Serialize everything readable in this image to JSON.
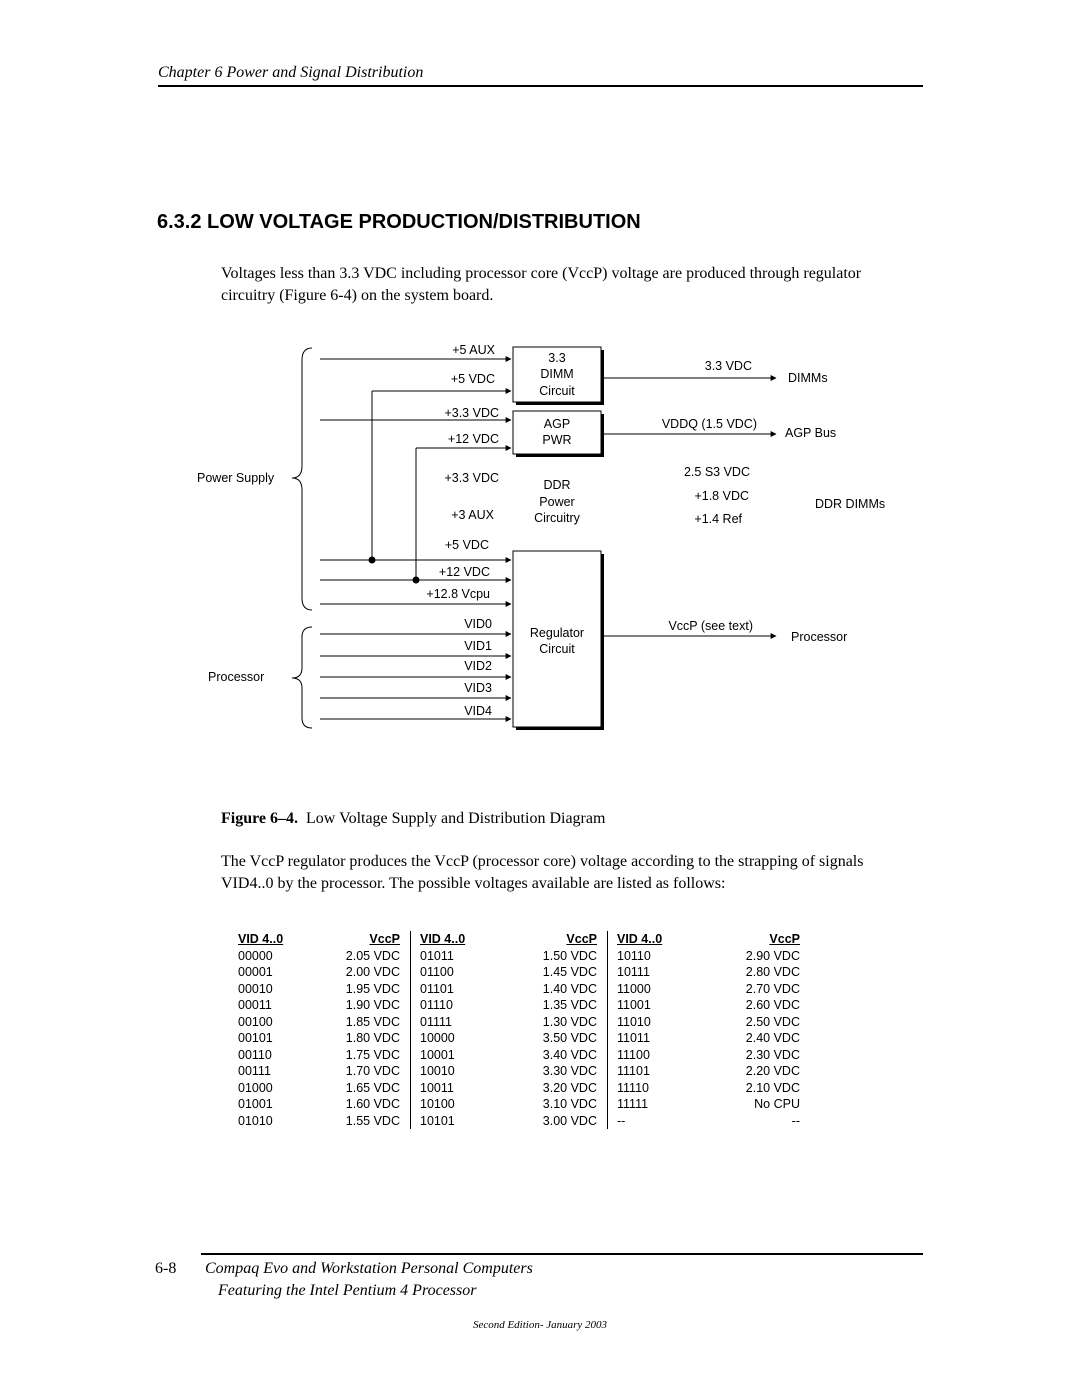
{
  "header": {
    "running_title": "Chapter 6  Power and Signal Distribution"
  },
  "section": {
    "title": "6.3.2  LOW VOLTAGE PRODUCTION/DISTRIBUTION"
  },
  "intro": "Voltages less than 3.3 VDC including processor core (VccP) voltage are produced through regulator circuitry (Figure 6-4) on the system board.",
  "diagram": {
    "power_supply_label": "Power Supply",
    "processor_label": "Processor",
    "inputs": {
      "aux5": "+5 AUX",
      "vdc5_a": "+5 VDC",
      "vdc33_a": "+3.3 VDC",
      "vdc12_a": "+12 VDC",
      "vdc33_b": "+3.3 VDC",
      "aux3": "+3 AUX",
      "vdc5_b": "+5 VDC",
      "vdc12_b": "+12 VDC",
      "vcpu": "+12.8 Vcpu",
      "vid0": "VID0",
      "vid1": "VID1",
      "vid2": "VID2",
      "vid3": "VID3",
      "vid4": "VID4"
    },
    "blocks": {
      "dimm": [
        "3.3",
        "DIMM",
        "Circuit"
      ],
      "agp": [
        "AGP",
        "PWR"
      ],
      "ddr": [
        "DDR",
        "Power",
        "Circuitry"
      ],
      "reg": [
        "Regulator",
        "Circuit"
      ]
    },
    "outputs": {
      "dimm_v": "3.3 VDC",
      "dimm_dest": "DIMMs",
      "agp_v": "VDDQ (1.5 VDC)",
      "agp_dest": "AGP Bus",
      "ddr_v1": "2.5 S3 VDC",
      "ddr_v2": "+1.8 VDC",
      "ddr_v3": "+1.4 Ref",
      "ddr_dest": "DDR DIMMs",
      "reg_v": "VccP (see text)",
      "reg_dest": "Processor"
    }
  },
  "caption": {
    "label": "Figure 6–4.",
    "text": "  Low Voltage Supply and Distribution Diagram"
  },
  "vccp_para": "The VccP regulator produces the VccP (processor core) voltage according to the strapping of signals VID4..0 by the processor. The possible voltages available are listed as follows:",
  "table": {
    "headers": [
      "VID 4..0",
      "VccP",
      "VID 4..0",
      "VccP",
      "VID 4..0",
      "VccP"
    ],
    "rows": [
      [
        "00000",
        "2.05 VDC",
        "01011",
        "1.50 VDC",
        "10110",
        "2.90 VDC"
      ],
      [
        "00001",
        "2.00 VDC",
        "01100",
        "1.45 VDC",
        "10111",
        "2.80 VDC"
      ],
      [
        "00010",
        "1.95 VDC",
        "01101",
        "1.40 VDC",
        "11000",
        "2.70 VDC"
      ],
      [
        "00011",
        "1.90 VDC",
        "01110",
        "1.35 VDC",
        "11001",
        "2.60 VDC"
      ],
      [
        "00100",
        "1.85 VDC",
        "01111",
        "1.30 VDC",
        "11010",
        "2.50 VDC"
      ],
      [
        "00101",
        "1.80 VDC",
        "10000",
        "3.50 VDC",
        "11011",
        "2.40 VDC"
      ],
      [
        "00110",
        "1.75 VDC",
        "10001",
        "3.40 VDC",
        "11100",
        "2.30 VDC"
      ],
      [
        "00111",
        "1.70 VDC",
        "10010",
        "3.30 VDC",
        "11101",
        "2.20 VDC"
      ],
      [
        "01000",
        "1.65 VDC",
        "10011",
        "3.20 VDC",
        "11110",
        "2.10 VDC"
      ],
      [
        "01001",
        "1.60 VDC",
        "10100",
        "3.10 VDC",
        "11111",
        "No CPU"
      ],
      [
        "01010",
        "1.55 VDC",
        "10101",
        "3.00 VDC",
        "--",
        "--"
      ]
    ]
  },
  "footer": {
    "page_number": "6-8",
    "title": "Compaq Evo and Workstation Personal Computers",
    "subtitle": "Featuring the Intel Pentium 4 Processor",
    "edition": "Second Edition- January 2003"
  }
}
